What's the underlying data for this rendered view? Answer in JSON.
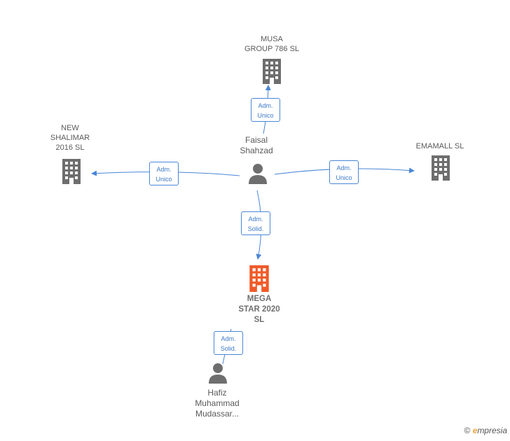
{
  "nodes": {
    "musa": {
      "label": "MUSA\nGROUP 786  SL"
    },
    "new_shalimar": {
      "label": "NEW\nSHALIMAR\n2016  SL"
    },
    "emamall": {
      "label": "EMAMALL  SL"
    },
    "mega_star": {
      "label": "MEGA\nSTAR 2020\nSL"
    },
    "faisal": {
      "label": "Faisal\nShahzad"
    },
    "hafiz": {
      "label": "Hafiz\nMuhammad\nMudassar..."
    }
  },
  "edges": {
    "faisal_musa": "Adm.\nUnico",
    "faisal_shalimar": "Adm.\nUnico",
    "faisal_emamall": "Adm.\nUnico",
    "faisal_mega": "Adm.\nSolid.",
    "hafiz_mega": "Adm.\nSolid."
  },
  "colors": {
    "building": "#6e6e6e",
    "focus_building": "#f05a28",
    "person": "#6e6e6e",
    "edge": "#4a86d6"
  },
  "brand": {
    "copyright": "©",
    "name_first": "e",
    "name_rest": "mpresia"
  }
}
